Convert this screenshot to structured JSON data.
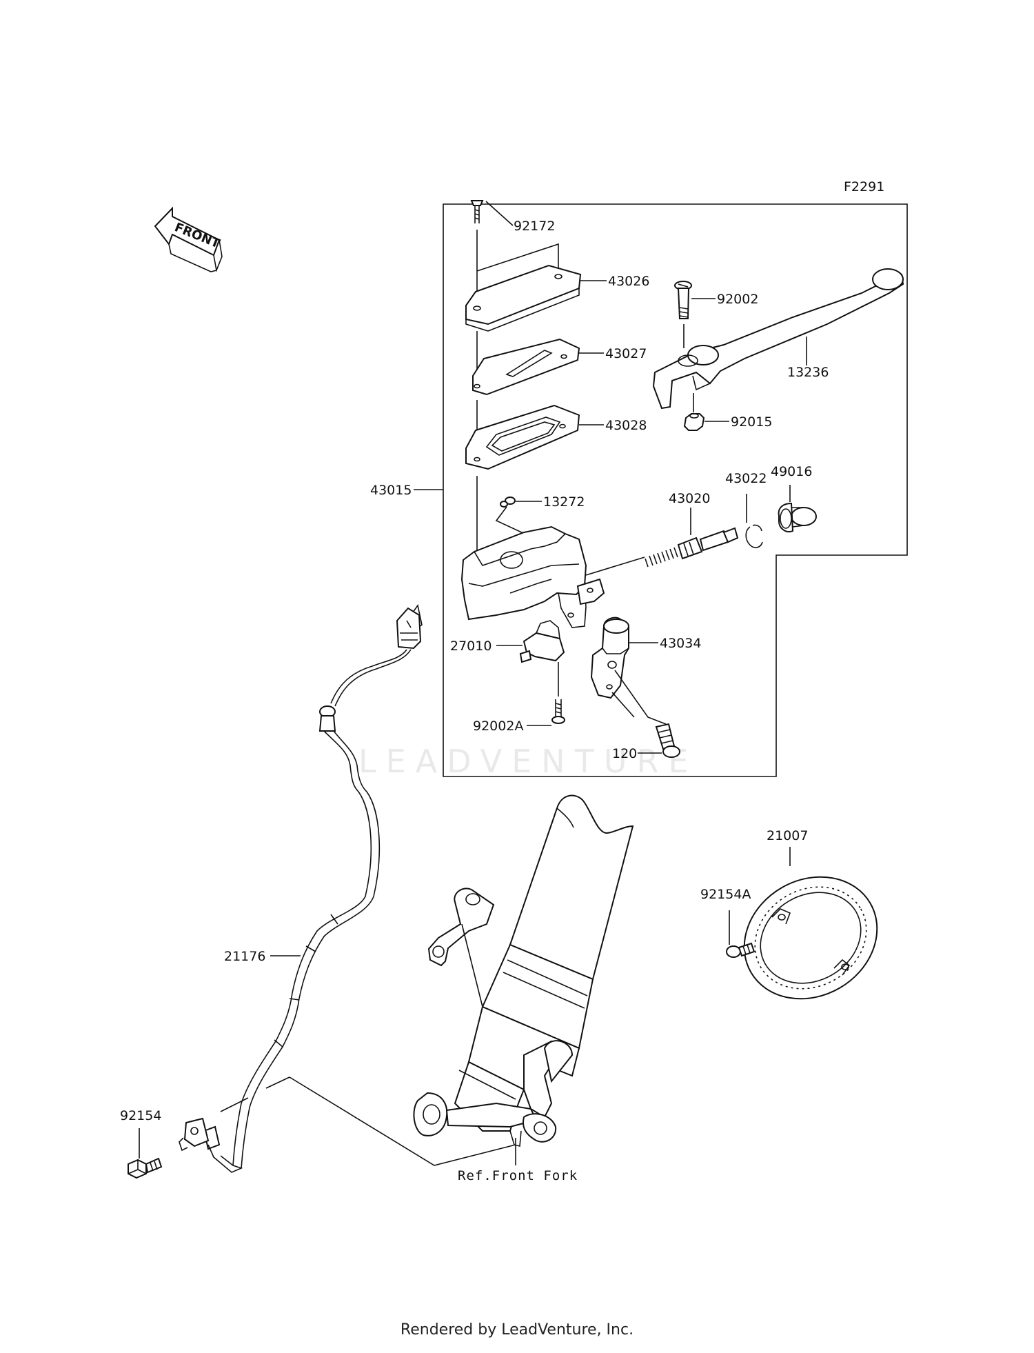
{
  "diagram_code": "F2291",
  "front_arrow_label": "FRONT",
  "watermark": "LEADVENTURE",
  "footer": "Rendered by LeadVenture, Inc.",
  "ref_label": "Ref.Front Fork",
  "parts": {
    "p92172": "92172",
    "p43026": "43026",
    "p43027": "43027",
    "p43028": "43028",
    "p92002": "92002",
    "p13236": "13236",
    "p92015": "92015",
    "p43015": "43015",
    "p13272": "13272",
    "p43020": "43020",
    "p43022": "43022",
    "p49016": "49016",
    "p27010": "27010",
    "p43034": "43034",
    "p92002A": "92002A",
    "p120": "120",
    "p21007": "21007",
    "p92154A": "92154A",
    "p21176": "21176",
    "p92154": "92154"
  }
}
